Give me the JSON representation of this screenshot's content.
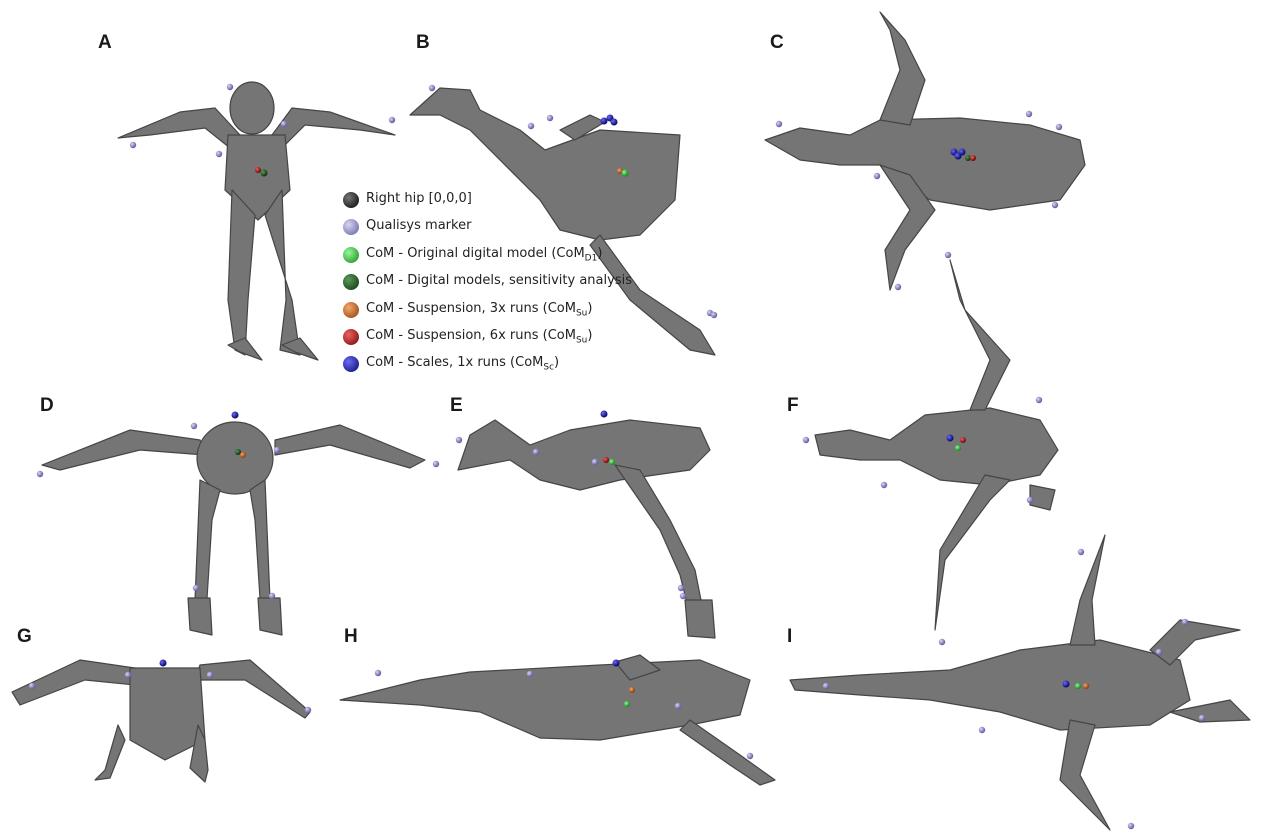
{
  "panels": [
    "A",
    "B",
    "C",
    "D",
    "E",
    "F",
    "G",
    "H",
    "I"
  ],
  "legend": [
    {
      "label": "Right hip [0,0,0]",
      "sub": "",
      "tail": "",
      "color": "#0a0a0a"
    },
    {
      "label": "Qualisys marker",
      "sub": "",
      "tail": "",
      "color": "#8a86c4"
    },
    {
      "label": "CoM - Original digital model (CoM",
      "sub": "D1",
      "tail": ")",
      "color": "#22b82a"
    },
    {
      "label": "CoM - Digital models, sensitivity analysis",
      "sub": "",
      "tail": "",
      "color": "#1f5a1f"
    },
    {
      "label": "CoM - Suspension, 3x runs (CoM",
      "sub": "Su",
      "tail": ")",
      "color": "#c8621a"
    },
    {
      "label": "CoM - Suspension, 6x runs (CoM",
      "sub": "Su",
      "tail": ")",
      "color": "#b01414"
    },
    {
      "label": "CoM - Scales, 1x runs (CoM",
      "sub": "Sc",
      "tail": ")",
      "color": "#1a1aa8"
    }
  ],
  "colors": {
    "body": "#6a6a6a",
    "body_stroke": "#3a3a3a",
    "marker": "#8a86c4"
  }
}
